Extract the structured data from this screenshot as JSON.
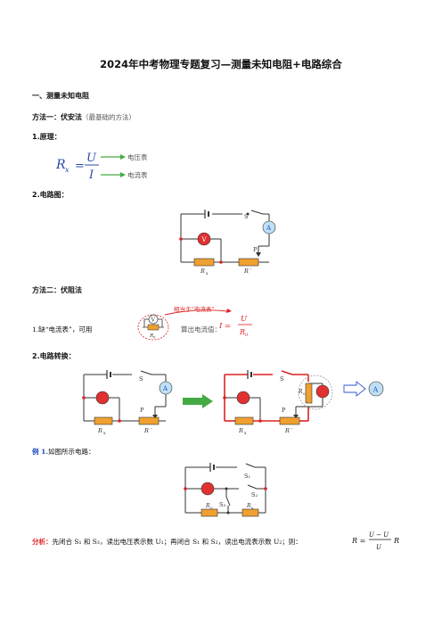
{
  "doc": {
    "title": "2024年中考物理专题复习—测量未知电阻+电路综合",
    "section1": "一、测量未知电阻",
    "method1_label": "方法一：伏安法",
    "method1_note": "（最基础的方法）",
    "principle": "1.原理：",
    "circuit_diagram": "2.电路图：",
    "method2_label": "方法二：伏阻法",
    "missing_ammeter": "1.缺“电流表”，可用",
    "calc_current": "算出电流值：",
    "equiv_note": "相当于“电流表”",
    "circuit_convert": "2.电路转换：",
    "example_label": "例 1.",
    "example_text": "如图所示电路：",
    "analysis_label": "分析：",
    "analysis_text": "先闭合 S₁ 和 S₃，读出电压表示数 U₁；再闭合 S₁ 和 S₂，读出电流表示数 U₂；则："
  },
  "formula": {
    "rx": "R",
    "rx_sub": "x",
    "u": "U",
    "i": "I",
    "voltmeter_label": "电压表",
    "ammeter_label": "电流表"
  },
  "symbols": {
    "v": "V",
    "a": "A",
    "s": "S",
    "p": "P",
    "rx": "R",
    "x": "x",
    "rprime": "R ′",
    "r0": "R",
    "zero": "0",
    "s1": "S₁",
    "s2": "S₂",
    "s3": "S₃",
    "i_eq": "I =",
    "result": "R  =",
    "num": "U  − U",
    "den": "U"
  },
  "colors": {
    "accent_blue": "#1f4fbf",
    "accent_red": "#d22222",
    "meter_red": "#e03030",
    "resistor_orange": "#f0a030",
    "ammeter_fill": "#bfe0f4",
    "arrow_green": "#44aa44"
  }
}
